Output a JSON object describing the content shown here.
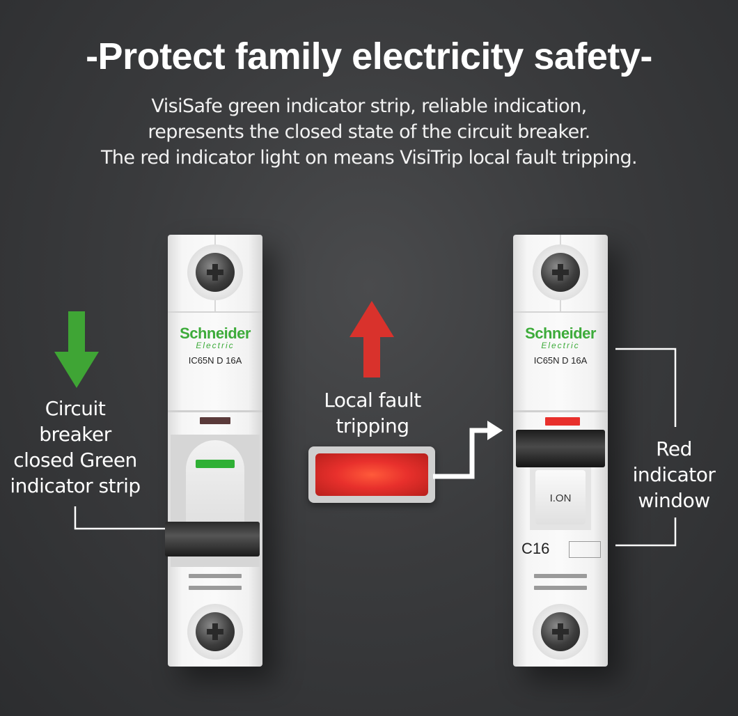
{
  "heading": {
    "title": "-Protect family electricity safety-",
    "lines": [
      "VisiSafe green indicator strip, reliable indication,",
      "represents the closed state of the circuit breaker.",
      "The red indicator light on means VisiTrip local fault tripping."
    ]
  },
  "left_label": {
    "lines": [
      "Circuit",
      "breaker",
      "closed  Green",
      "indicator strip"
    ]
  },
  "center_label": {
    "lines": [
      "Local fault",
      "tripping"
    ]
  },
  "right_label": {
    "lines": [
      "Red",
      "indicator",
      "window"
    ]
  },
  "breaker_left": {
    "brand": "Schneider",
    "brand_sub": "Electric",
    "model": "IC65N   D 16A"
  },
  "breaker_right": {
    "brand": "Schneider",
    "brand_sub": "Electric",
    "model": "IC65N   D 16A",
    "handle_text": "I.ON",
    "rating": "C16"
  },
  "colors": {
    "green_arrow": "#3fa535",
    "red_arrow": "#d9322c",
    "brand_green": "#3dab3a",
    "red_indicator": "#e8302c"
  }
}
